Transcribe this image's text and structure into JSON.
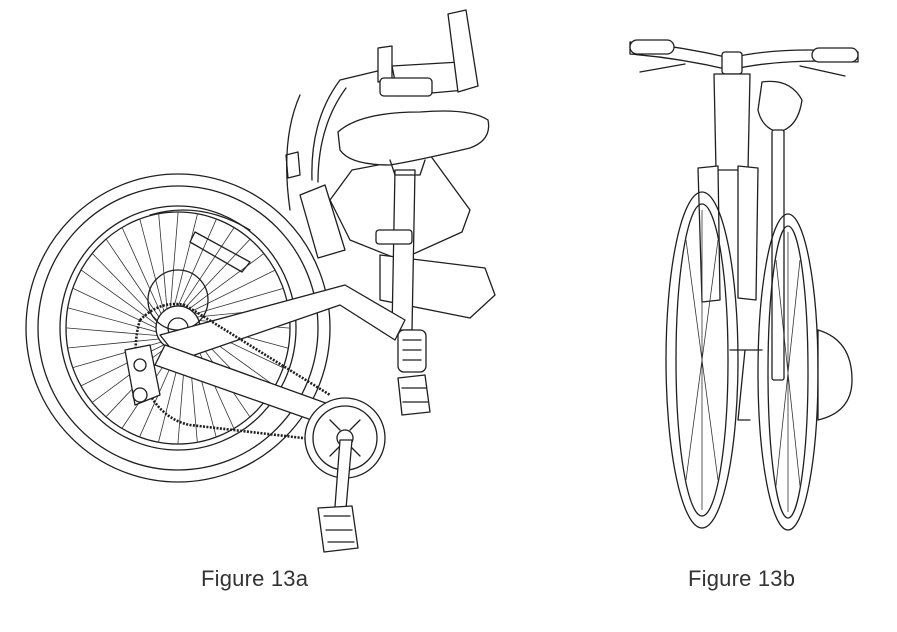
{
  "figures": [
    {
      "id": "13a",
      "caption": "Figure 13a"
    },
    {
      "id": "13b",
      "caption": "Figure 13b"
    }
  ],
  "colors": {
    "line": "#1f1f1f",
    "caption": "#333333",
    "background": "#ffffff"
  }
}
